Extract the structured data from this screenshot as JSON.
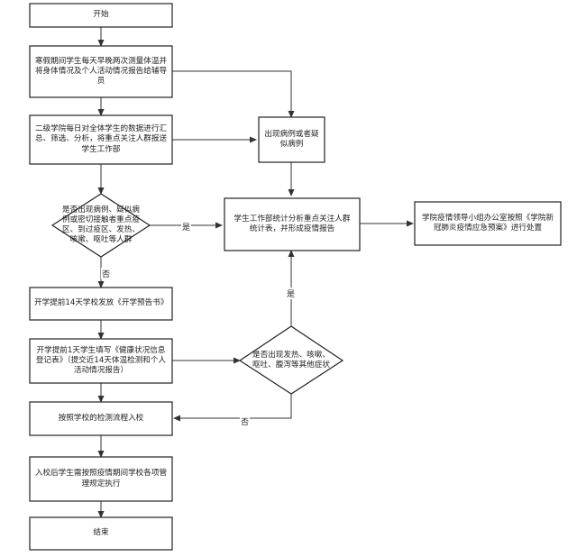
{
  "nodes": {
    "start": "开始",
    "step1": "寒假期间学生每天早晚两次测量体温并将身体情况及个人活动情况报告给辅导员",
    "step2": "二级学院每日对全体学生的数据进行汇总、筛选、分析，将重点关注人群报送学生工作部",
    "suspect": "出现病例或者疑似病例",
    "decision1": "是否出现病例、疑似病例或密切接触者重点疫区、到过疫区、发热、咳嗽、呕吐等人群",
    "report": "学生工作部统计分析重点关注人群统计表，并形成疫情报告",
    "leader": "学院疫情领导小组办公室按照《学院新冠肺炎疫情应急预案》进行处置",
    "notice": "开学提前14天学校发放《开学预告书》",
    "health": "开学提前1天学生填写《健康状况信息登记表》（提交近14天体温检测和个人活动情况报告）",
    "decision2": "是否出现发热、咳嗽、呕吐、腹泻等其他症状",
    "enter": "按照学校的检测流程入校",
    "follow": "入校后学生需按照疫情期间学校各项管理规定执行",
    "end": "结束"
  },
  "edge_labels": {
    "d1_yes": "是",
    "d1_no": "否",
    "d2_yes": "是",
    "d2_no": "否"
  }
}
